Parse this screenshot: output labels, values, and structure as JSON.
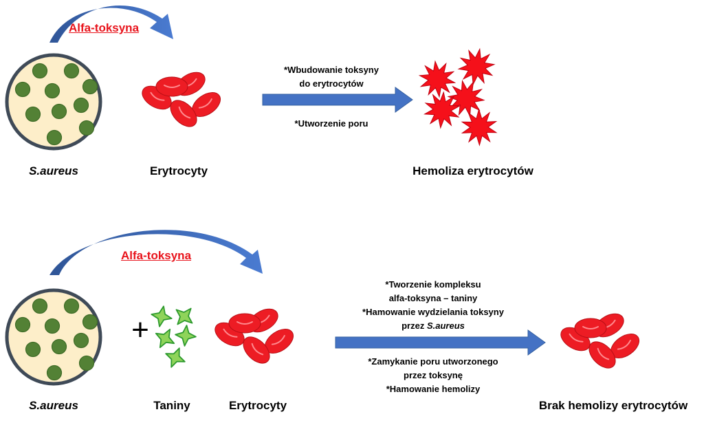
{
  "colors": {
    "bacteria_fill": "#fdeec9",
    "bacteria_border": "#3f4a57",
    "bacterium": "#538135",
    "erythrocyte": "#ed1c24",
    "burst_cell": "#f5101a",
    "tannin_fill": "#8fd45a",
    "tannin_border": "#2e9a2e",
    "arrow_blue": "#4472c4",
    "toxin_label": "#e8131b"
  },
  "top": {
    "toxin_label": "Alfa-toksyna",
    "bacteria_label": "S.aureus",
    "erythrocytes_label": "Erytrocyty",
    "mechanism_1_line_1": "*Wbudowanie toksyny",
    "mechanism_1_line_2": "do erytrocytów",
    "mechanism_2": "*Utworzenie poru",
    "result_label": "Hemoliza erytrocytów"
  },
  "bottom": {
    "toxin_label": "Alfa-toksyna",
    "bacteria_label": "S.aureus",
    "plus_sign": "+",
    "tannins_label": "Taniny",
    "erythrocytes_label": "Erytrocyty",
    "mechanism_1_line_1": "*Tworzenie kompleksu",
    "mechanism_1_line_2": "alfa-toksyna – taniny",
    "mechanism_2_line_1": "*Hamowanie wydzielania toksyny",
    "mechanism_2_prefix": "przez ",
    "mechanism_2_species": "S.aureus",
    "mechanism_3_line_1": "*Zamykanie poru utworzonego",
    "mechanism_3_line_2": "przez toksynę",
    "mechanism_4": "*Hamowanie hemolizy",
    "result_label": "Brak hemolizy erytrocytów"
  }
}
